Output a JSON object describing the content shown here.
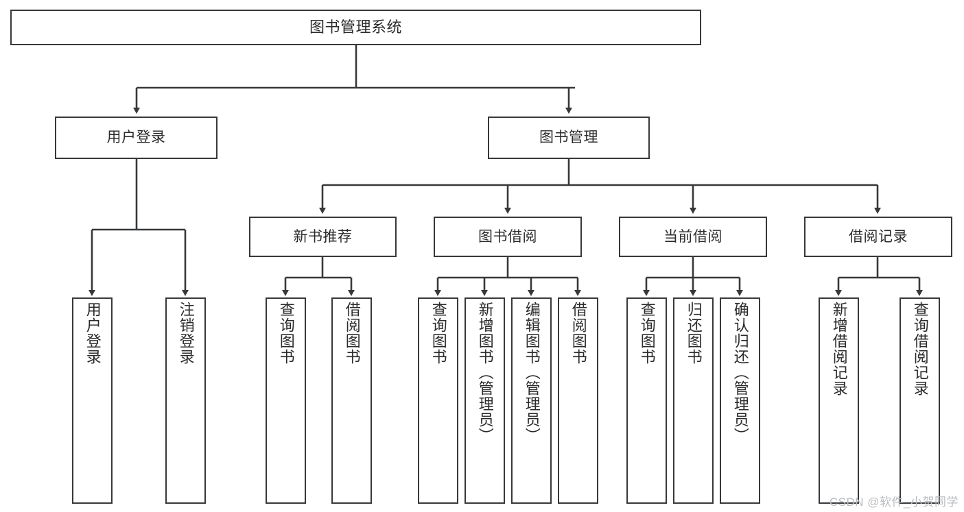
{
  "diagram": {
    "title": "图书管理系统",
    "style": {
      "box_border": "#37383a",
      "box_fill": "#ffffff",
      "line": "#37383a",
      "text": "#2b2b2b",
      "background": "#ffffff",
      "watermark_color": "#b9bcc0"
    },
    "watermark": "CSDN @软件_小贺同学",
    "root": {
      "label": "图书管理系统"
    },
    "level2": [
      {
        "label": "用户登录"
      },
      {
        "label": "图书管理"
      }
    ],
    "level3": [
      {
        "label": "新书推荐"
      },
      {
        "label": "图书借阅"
      },
      {
        "label": "当前借阅"
      },
      {
        "label": "借阅记录"
      }
    ],
    "leaves": {
      "user_login": [
        {
          "label": "用户登录"
        },
        {
          "label": "注销登录"
        }
      ],
      "new_book_recommend": [
        {
          "label": "查询图书"
        },
        {
          "label": "借阅图书"
        }
      ],
      "book_borrow": [
        {
          "label": "查询图书"
        },
        {
          "label": "新增图书（管理员）"
        },
        {
          "label": "编辑图书（管理员）"
        },
        {
          "label": "借阅图书"
        }
      ],
      "current_borrow": [
        {
          "label": "查询图书"
        },
        {
          "label": "归还图书"
        },
        {
          "label": "确认归还（管理员）"
        }
      ],
      "borrow_record": [
        {
          "label": "新增借阅记录"
        },
        {
          "label": "查询借阅记录"
        }
      ]
    }
  }
}
